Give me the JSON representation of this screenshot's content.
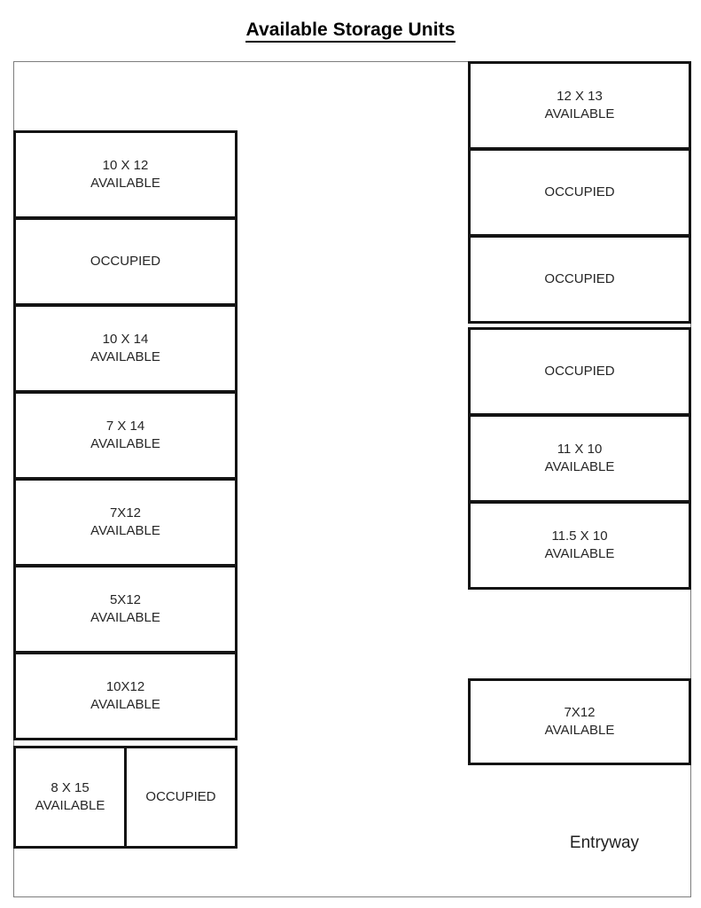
{
  "title": "Available Storage Units",
  "entryway_label": "Entryway",
  "status_labels": {
    "available": "AVAILABLE",
    "occupied": "OCCUPIED"
  },
  "left_column": {
    "units": [
      {
        "size": "10 X 12",
        "status": "AVAILABLE"
      },
      {
        "size": "",
        "status": "OCCUPIED"
      },
      {
        "size": "10 X 14",
        "status": "AVAILABLE"
      },
      {
        "size": "7 X 14",
        "status": "AVAILABLE"
      },
      {
        "size": "7X12",
        "status": "AVAILABLE"
      },
      {
        "size": "5X12",
        "status": "AVAILABLE"
      },
      {
        "size": "10X12",
        "status": "AVAILABLE"
      },
      {
        "size": "8 X 15",
        "status": "AVAILABLE"
      },
      {
        "size": "",
        "status": "OCCUPIED"
      }
    ]
  },
  "right_column": {
    "units": [
      {
        "size": "12 X 13",
        "status": "AVAILABLE"
      },
      {
        "size": "",
        "status": "OCCUPIED"
      },
      {
        "size": "",
        "status": "OCCUPIED"
      },
      {
        "size": "",
        "status": "OCCUPIED"
      },
      {
        "size": "11 X 10",
        "status": "AVAILABLE"
      },
      {
        "size": "11.5 X 10",
        "status": "AVAILABLE"
      },
      {
        "size": "7X12",
        "status": "AVAILABLE"
      }
    ]
  },
  "colors": {
    "unit_border": "#141414",
    "outline": "#7d7d7d",
    "text": "#262626",
    "background": "#ffffff"
  }
}
